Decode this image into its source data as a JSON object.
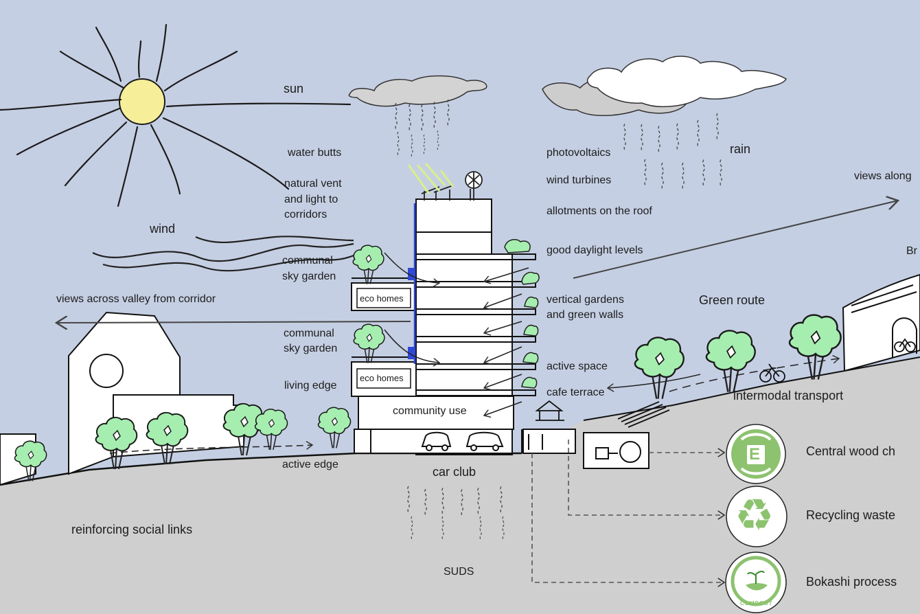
{
  "labels": {
    "sun": "sun",
    "wind": "wind",
    "rain": "rain",
    "water_butts": "water butts",
    "natural_vent_1": "natural vent",
    "natural_vent_2": "and light to",
    "natural_vent_3": "corridors",
    "photovoltaics": "photovoltaics",
    "wind_turbines": "wind turbines",
    "allotments": "allotments on the roof",
    "daylight": "good daylight levels",
    "vertical_gardens_1": "vertical gardens",
    "vertical_gardens_2": "and green walls",
    "active_space": "active space",
    "cafe_terrace": "cafe terrace",
    "community_use": "community use",
    "sky_garden_upper_1": "communal",
    "sky_garden_upper_2": "sky garden",
    "eco_homes_upper": "eco homes",
    "sky_garden_lower_1": "communal",
    "sky_garden_lower_2": "sky garden",
    "eco_homes_lower": "eco homes",
    "living_edge": "living edge",
    "views_valley": "views across valley from corridor",
    "views_along": "views along",
    "br": "Br",
    "green_route": "Green route",
    "intermodal": "intermodal transport",
    "active_edge": "active edge",
    "car_club": "car club",
    "reinforcing": "reinforcing social links",
    "suds": "SUDS",
    "wood_chip": "Central wood ch",
    "recycling": "Recycling waste",
    "bokashi": "Bokashi process"
  },
  "icons": {
    "wood_chip_badge_letter": "E",
    "recycling_symbol": "♻",
    "compost_badge_text": "COMPOST"
  },
  "colors": {
    "sky": "#c5cfe3",
    "ground": "#cfcfcf",
    "sun": "#f7ee9a",
    "tree": "#a6eeb0",
    "cloud_grey": "#cdcdcd",
    "badge_green": "#8dc26f",
    "glass_blue": "#2f49d6",
    "ink": "#1c1c1c"
  }
}
